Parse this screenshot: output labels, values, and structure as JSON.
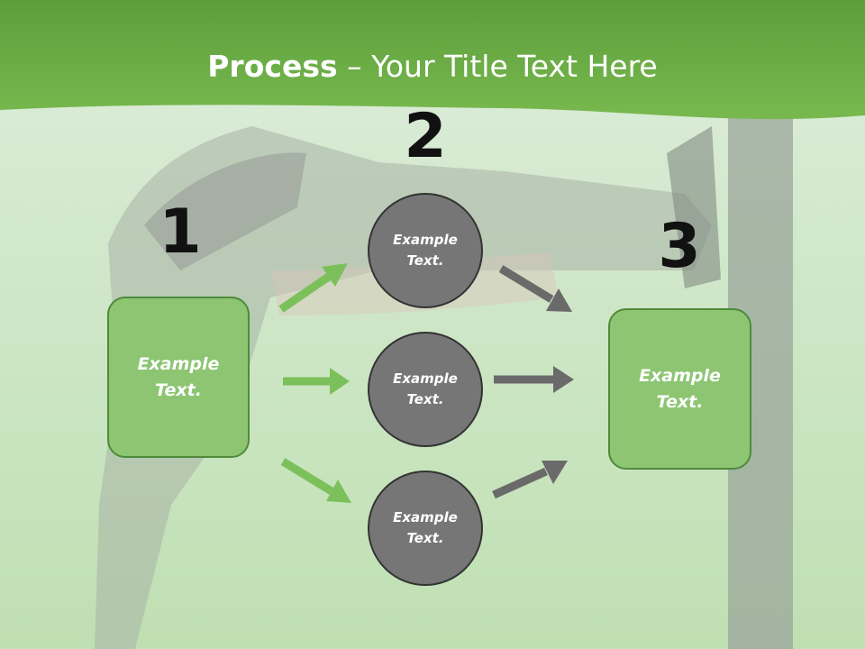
{
  "title": {
    "bold": "Process",
    "rest": " – Your Title Text Here"
  },
  "steps": {
    "n1": "1",
    "n2": "2",
    "n3": "3"
  },
  "nodes": {
    "start": "Example\nText.",
    "mid_top": "Example\nText.",
    "mid_center": "Example\nText.",
    "mid_bottom": "Example\nText.",
    "end": "Example\nText."
  },
  "colors": {
    "green_band": "#6fb24a",
    "green_box": "#8dc572",
    "gray_circle": "#767676",
    "green_arrow": "#7cc05c",
    "gray_arrow": "#6a6a6a"
  }
}
